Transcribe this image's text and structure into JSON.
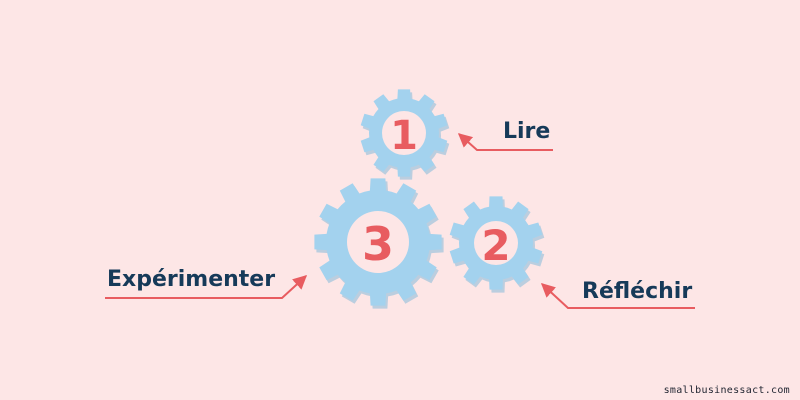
{
  "gears": [
    {
      "number": "1"
    },
    {
      "number": "2"
    },
    {
      "number": "3"
    }
  ],
  "labels": {
    "read": "Lire",
    "reflect": "Réfléchir",
    "experiment": "Expérimenter"
  },
  "credit": "smallbusinessact.com",
  "colors": {
    "background": "#fde6e6",
    "gear_fill": "#a3d2ee",
    "gear_shadow": "#8fbedb",
    "gear_hub": "#fde6e6",
    "number": "#e85c60",
    "arrow": "#e85c60",
    "label": "#163a59"
  }
}
